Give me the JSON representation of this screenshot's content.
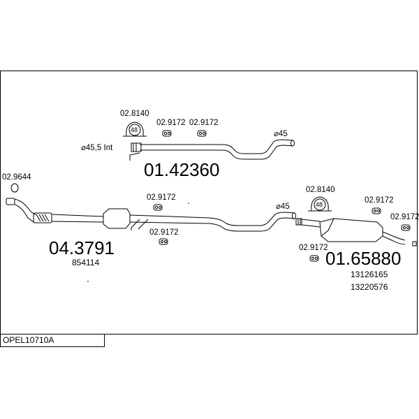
{
  "diagram_code": "OPEL10710A",
  "parts": {
    "front_pipe": {
      "number": "04.3791",
      "ref": "854114"
    },
    "middle_pipe": {
      "number": "01.42360"
    },
    "rear_silencer": {
      "number": "01.65880",
      "refs": [
        "13126165",
        "13220576"
      ]
    }
  },
  "fittings": {
    "gasket": "02.9644",
    "clamp_label": "02.8140",
    "clamp_ring": "48",
    "hanger": "02.9172"
  },
  "dimensions": {
    "d45": "⌀45",
    "d455_int": "⌀45,5  Int"
  }
}
